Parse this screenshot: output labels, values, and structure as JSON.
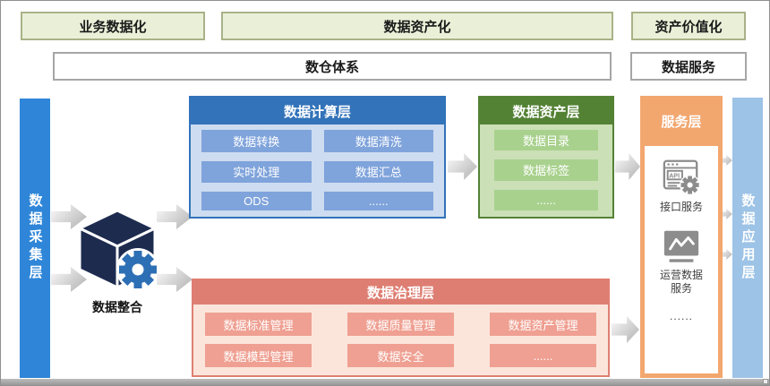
{
  "top_phases": {
    "business": "业务数据化",
    "data_assetization": "数据资产化",
    "asset_value": "资产价值化"
  },
  "system_row": {
    "warehouse": "数仓体系",
    "data_service": "数据服务"
  },
  "left_bar": {
    "label": "数据采集层"
  },
  "right_bar": {
    "label": "数据应用层"
  },
  "integration": {
    "label": "数据整合"
  },
  "compute_layer": {
    "title": "数据计算层",
    "cells": [
      "数据转换",
      "数据清洗",
      "实时处理",
      "数据汇总",
      "ODS",
      "......"
    ]
  },
  "asset_layer": {
    "title": "数据资产层",
    "cells": [
      "数据目录",
      "数据标签",
      "......"
    ]
  },
  "service_layer": {
    "title": "服务层",
    "api_icon_text": "API",
    "api_label": "接口服务",
    "ops_label": "运营数据服务",
    "more": "......"
  },
  "governance_layer": {
    "title": "数据治理层",
    "cells": [
      "数据标准管理",
      "数据质量管理",
      "数据资产管理",
      "数据模型管理",
      "数据安全",
      "......"
    ]
  },
  "colors": {
    "phase_fill": "#EAF0D8",
    "phase_border": "#A9B287",
    "collection_bar_blue": "#2F86D8",
    "application_bar_blue": "#9DC3E6",
    "compute_header_blue": "#3273B9",
    "compute_body_blue": "#CDDCF0",
    "compute_cell_blue": "#7FA3DB",
    "asset_header_green": "#548235",
    "asset_body_green": "#CBE0B6",
    "asset_cell_green": "#A9D18E",
    "service_orange": "#F2A76F",
    "governance_header_red": "#DE7E72",
    "governance_body_pink": "#FBE5DB",
    "governance_cell_salmon": "#EFA092",
    "cube_navy": "#1D2B4F",
    "gear_blue": "#2D6FB5"
  }
}
